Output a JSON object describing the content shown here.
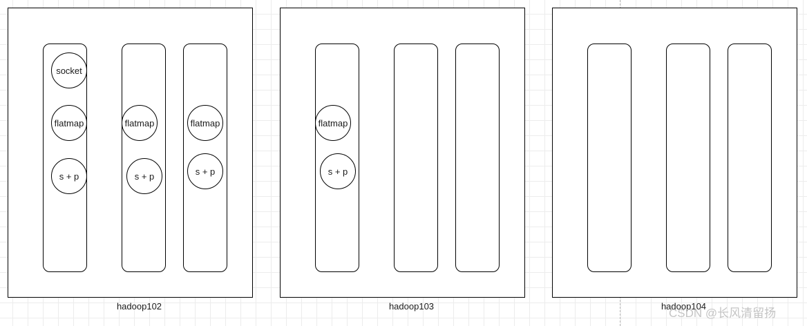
{
  "nodes": [
    {
      "label": "hadoop102",
      "slots": [
        {
          "operators": [
            "socket",
            "flatmap",
            "s + p"
          ]
        },
        {
          "operators": [
            "flatmap",
            "s + p"
          ]
        },
        {
          "operators": [
            "flatmap",
            "s + p"
          ]
        }
      ]
    },
    {
      "label": "hadoop103",
      "slots": [
        {
          "operators": [
            "flatmap",
            "s + p"
          ]
        },
        {
          "operators": []
        },
        {
          "operators": []
        }
      ]
    },
    {
      "label": "hadoop104",
      "slots": [
        {
          "operators": []
        },
        {
          "operators": []
        },
        {
          "operators": []
        }
      ]
    }
  ],
  "watermark": "CSDN @长风清留扬"
}
